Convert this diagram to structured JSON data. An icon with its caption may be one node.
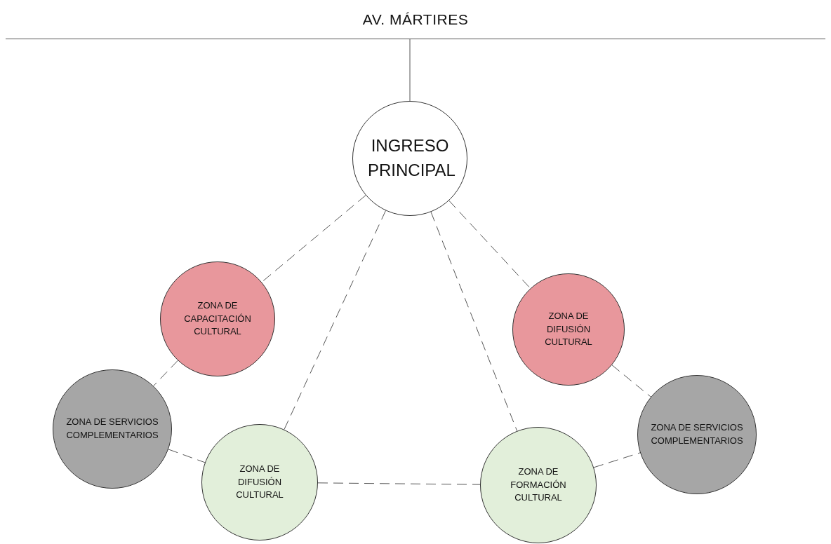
{
  "diagram": {
    "nodes": [
      {
        "text": [
          "AV. MÁRTIRES"
        ]
      },
      {
        "text": [
          "INGRESO PRINCIPAL"
        ]
      },
      {
        "text": [
          "ZONA DE CAPACITACIÓN CULTURAL"
        ]
      },
      {
        "text": [
          "ZONA DE DIFUSIÓN CULTURAL"
        ]
      },
      {
        "text": [
          "ZONA DE SERVICIOS COMPLEMENTARIOS"
        ]
      },
      {
        "text": [
          "ZONA DE DIFUSIÓN CULTURAL"
        ]
      },
      {
        "text": [
          "ZONA DE FORMACIÓN CULTURAL"
        ]
      },
      {
        "text": [
          "ZONA DE SERVICIOS COMPLEMENTARIOS"
        ]
      }
    ],
    "edges": [
      {
        "from": 0,
        "to": 1,
        "arrow": "none"
      },
      {
        "from": 1,
        "to": 2,
        "arrow": "none",
        "style": "dashed"
      },
      {
        "from": 1,
        "to": 5,
        "arrow": "none",
        "style": "dashed"
      },
      {
        "from": 1,
        "to": 6,
        "arrow": "none",
        "style": "dashed"
      },
      {
        "from": 1,
        "to": 3,
        "arrow": "none",
        "style": "dashed"
      },
      {
        "from": 2,
        "to": 4,
        "arrow": "none",
        "style": "dashed"
      },
      {
        "from": 4,
        "to": 5,
        "arrow": "none",
        "style": "dashed"
      },
      {
        "from": 5,
        "to": 6,
        "arrow": "none",
        "style": "dashed"
      },
      {
        "from": 6,
        "to": 7,
        "arrow": "none",
        "style": "dashed"
      },
      {
        "from": 3,
        "to": 7,
        "arrow": "none",
        "style": "dashed"
      }
    ]
  }
}
